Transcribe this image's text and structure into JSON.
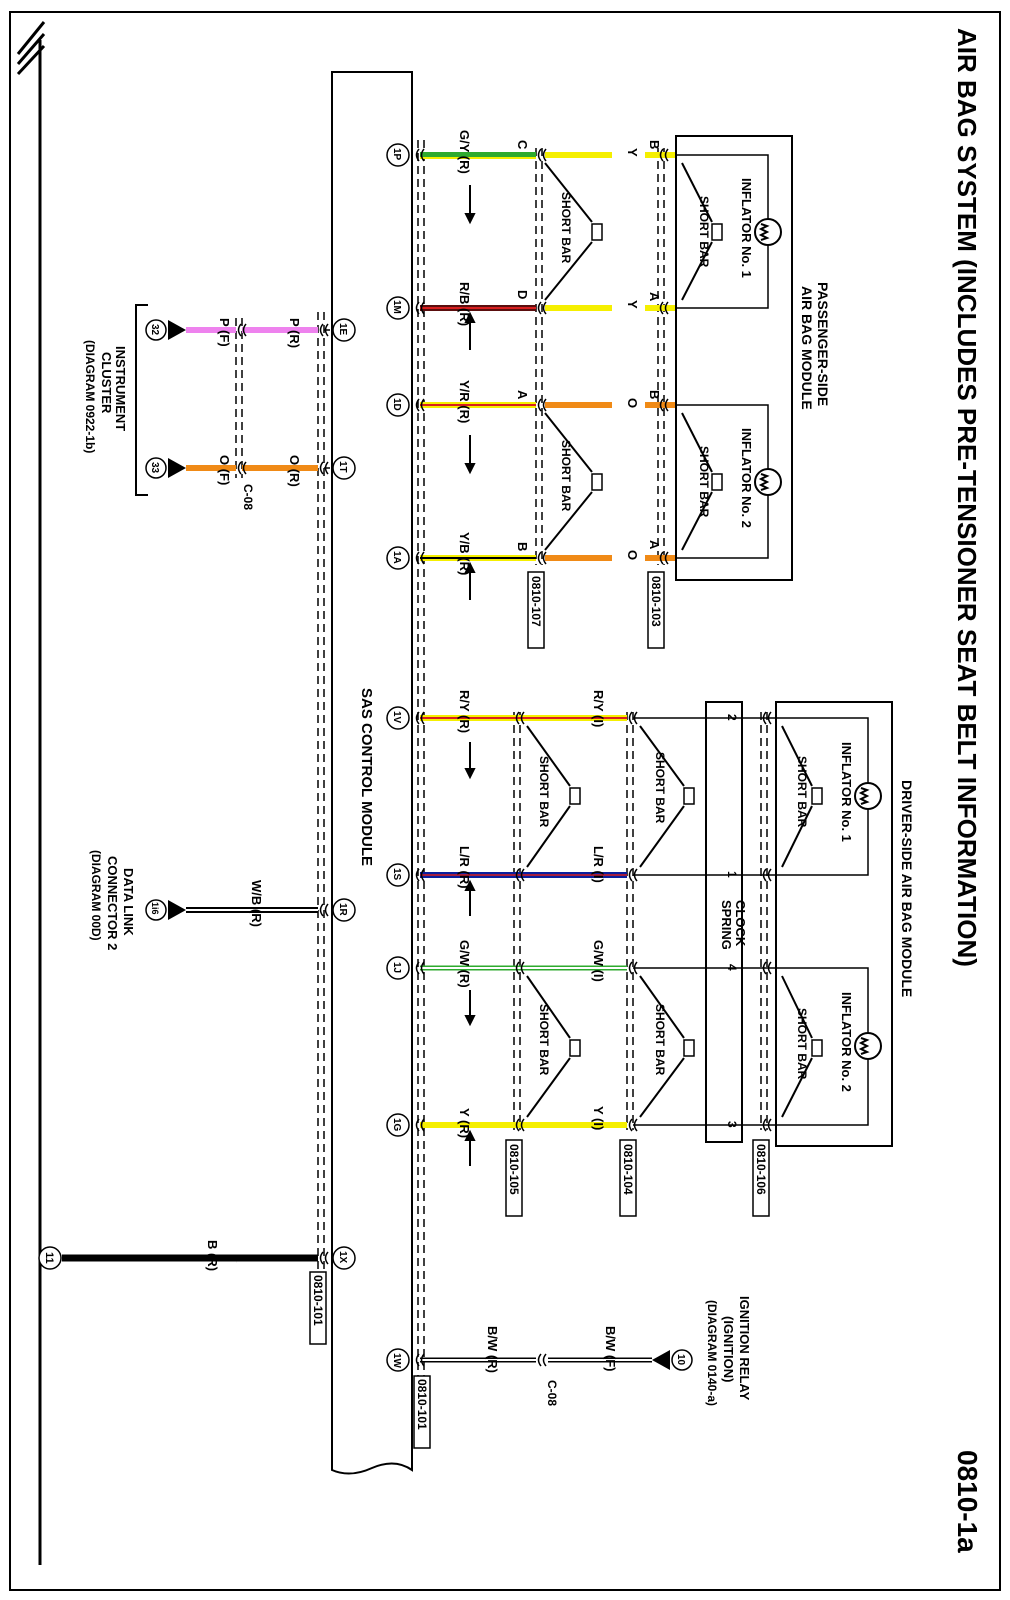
{
  "title": "AIR BAG SYSTEM (INCLUDES PRE-TENSIONER SEAT BELT INFORMATION)",
  "diagram_number": "0810-1a",
  "colors": {
    "yellow": "#f5ef00",
    "green": "#2eaa2e",
    "red": "#d81f1f",
    "dark_red": "#5a0e0e",
    "orange": "#f08a16",
    "pink": "#ee82ee",
    "blue": "#0b1f9c",
    "black": "#000000",
    "line": "#111111"
  },
  "sas_module": {
    "label": "SAS CONTROL MODULE",
    "pins": [
      {
        "id": "1P"
      },
      {
        "id": "1M"
      },
      {
        "id": "1D"
      },
      {
        "id": "1A"
      },
      {
        "id": "1E"
      },
      {
        "id": "1T"
      },
      {
        "id": "1V"
      },
      {
        "id": "1S"
      },
      {
        "id": "1R"
      },
      {
        "id": "1J"
      },
      {
        "id": "1G"
      },
      {
        "id": "1X"
      },
      {
        "id": "1W"
      }
    ]
  },
  "passenger_module": {
    "label_line1": "PASSENGER-SIDE",
    "label_line2": "AIR BAG MODULE",
    "inflator1": "INFLATOR No. 1",
    "inflator2": "INFLATOR No. 2",
    "short_bar": "SHORT BAR",
    "pins": [
      "B",
      "A",
      "B",
      "A"
    ],
    "wire_codes": [
      "Y",
      "Y",
      "O",
      "O"
    ]
  },
  "passenger_harness": {
    "wires": [
      {
        "code": "G/Y (R)",
        "pin": "C"
      },
      {
        "code": "R/B (R)",
        "pin": "D"
      },
      {
        "code": "Y/R (R)",
        "pin": "A"
      },
      {
        "code": "Y/B (R)",
        "pin": "B"
      }
    ],
    "short_bar": "SHORT BAR"
  },
  "driver_module": {
    "label": "DRIVER-SIDE AIR BAG MODULE",
    "inflator1": "INFLATOR No. 1",
    "inflator2": "INFLATOR No. 2",
    "short_bar": "SHORT BAR"
  },
  "clock_spring": {
    "label_line1": "CLOCK",
    "label_line2": "SPRING",
    "pins": [
      "2",
      "1",
      "4",
      "3"
    ],
    "short_bar": "SHORT BAR",
    "wire_codes": [
      "R/Y (I)",
      "L/R (I)",
      "G/W (I)",
      "Y (I)"
    ]
  },
  "driver_harness": {
    "wires": [
      "R/Y (R)",
      "L/R (R)",
      "G/W (R)",
      "Y (R)"
    ],
    "short_bar": "SHORT BAR"
  },
  "connector_codes": {
    "c103": "0810-103",
    "c107": "0810-107",
    "c105": "0810-105",
    "c104": "0810-104",
    "c106": "0810-106",
    "c101a": "0810-101",
    "c101b": "0810-101",
    "c08a": "C-08",
    "c08b": "C-08"
  },
  "instrument_cluster": {
    "label_line1": "INSTRUMENT",
    "label_line2": "CLUSTER",
    "label_line3": "(DIAGRAM 0922-1b)",
    "pin_a": "32",
    "pin_b": "33",
    "wire_a_r": "P (R)",
    "wire_a_f": "P (F)",
    "wire_b_r": "O (R)",
    "wire_b_f": "O (F)"
  },
  "data_link": {
    "label_line1": "DATA LINK",
    "label_line2": "CONNECTOR 2",
    "label_line3": "(DIAGRAM 00D)",
    "pin": "1i6",
    "wire": "W/B (R)"
  },
  "ground": {
    "pin": "11",
    "wire": "B (R)"
  },
  "ignition_relay": {
    "label_line1": "IGNITION RELAY",
    "label_line2": "(IGNITION)",
    "label_line3": "(DIAGRAM 0140-a)",
    "pin": "10",
    "wire_r": "B/W (R)",
    "wire_f": "B/W (F)"
  }
}
